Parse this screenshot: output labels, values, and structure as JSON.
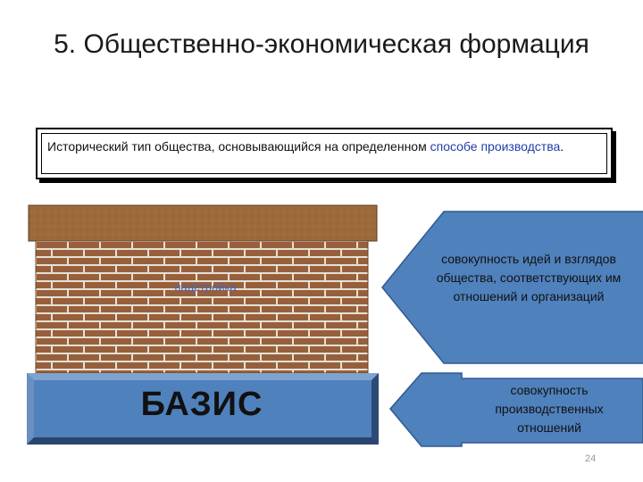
{
  "title": "5. Общественно-экономическая формация",
  "definition": {
    "text_before": "Исторический тип общества, основывающийся на определенном ",
    "term": "способе производства",
    "text_after": "."
  },
  "superstructure": {
    "label": "надстройка",
    "description": "совокупность идей и взглядов общества, соответствующих им отношений и организаций"
  },
  "basis": {
    "label": "БАЗИС",
    "description": "совокупность производственных отношений"
  },
  "slide_number": "24",
  "colors": {
    "brick": "#98603a",
    "mortar": "#e6e0d6",
    "roof": "#9c6a3c",
    "basis_fill": "#4f81bd",
    "arrow_fill": "#4f81bd",
    "term_color": "#1f3fa8"
  }
}
